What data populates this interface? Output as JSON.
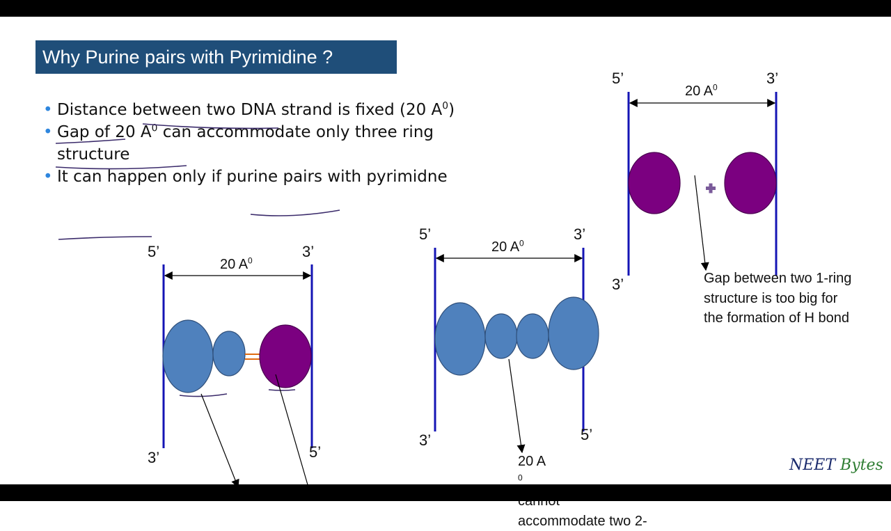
{
  "title": "Why Purine pairs with Pyrimidine ?",
  "bullets": [
    {
      "prefix": "Distance between two DNA strand is fixed (20 A",
      "sup": "0",
      "suffix": ")"
    },
    {
      "prefix": "Gap of 20 A",
      "sup": "0",
      "suffix": " can accommodate only three ring structure"
    },
    {
      "prefix": "It can happen only if purine pairs with pyrimidne",
      "sup": "",
      "suffix": ""
    }
  ],
  "diagrams": {
    "left": {
      "five_top": "5’",
      "three_top": "3’",
      "three_bottom": "3’",
      "five_bottom": "5’",
      "dist": "20 A",
      "dist_sup": "0"
    },
    "middle": {
      "five_top": "5’",
      "three_top": "3’",
      "three_bottom": "3’",
      "five_bottom": "5’",
      "dist": "20 A",
      "dist_sup": "0",
      "note_line1": "20 A",
      "note_sup": "0",
      "note_line1_rest": " cannot",
      "note_line2": "accommodate two 2-"
    },
    "right": {
      "five_top": "5’",
      "three_top": "3’",
      "three_bottom": "3’",
      "dist": "20 A",
      "dist_sup": "0",
      "note_lines": [
        "Gap between two 1-ring",
        "structure is too big for",
        "the formation of H bond"
      ]
    }
  },
  "brand": {
    "part1": "NEET",
    "part2": "Bytes"
  },
  "colors": {
    "title_bg": "#1f4e79",
    "strand": "#1515b5",
    "purine": "#4f81bd",
    "pyrimidine": "#7b0080",
    "bond": "#e06a10",
    "bullet": "#2e86de"
  }
}
